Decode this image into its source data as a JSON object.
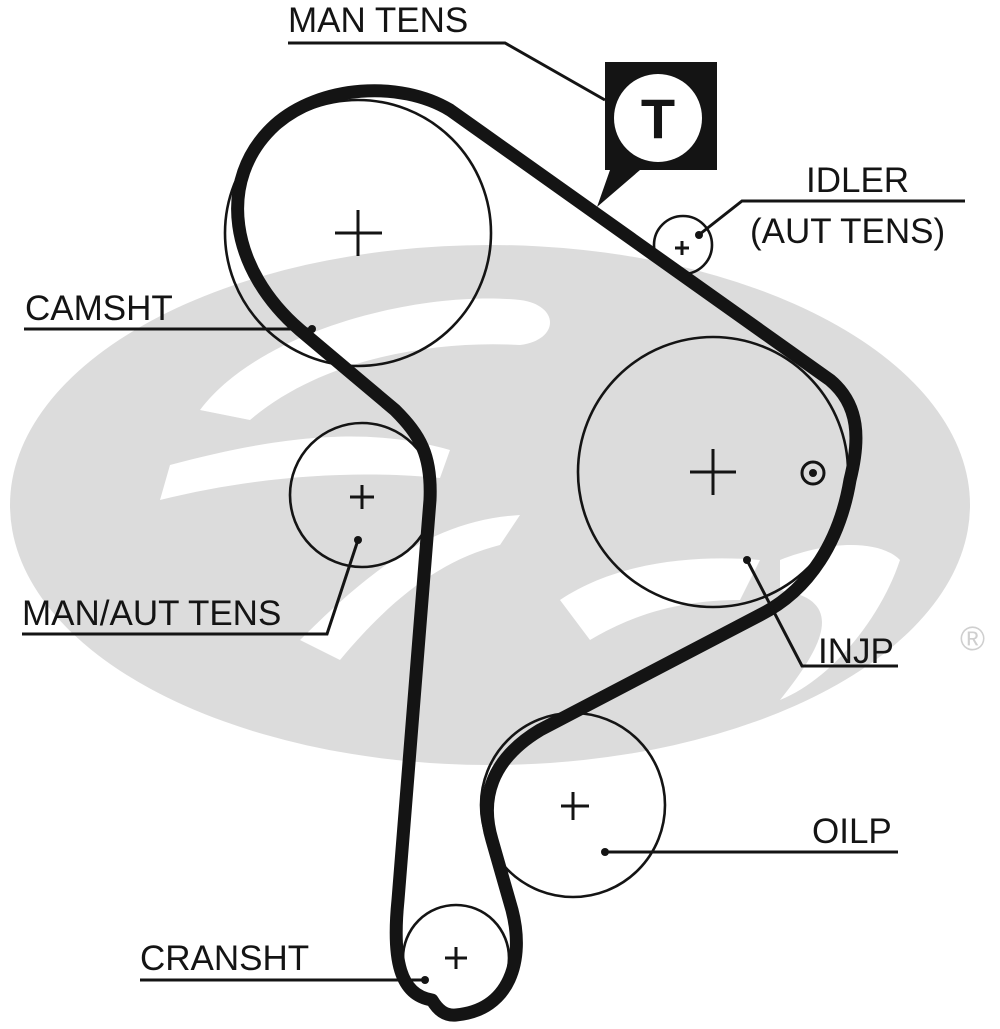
{
  "diagram": {
    "title": "Timing belt routing diagram",
    "brand_watermark": "Gates",
    "registered_mark": "®",
    "colors": {
      "line": "#141414",
      "watermark": "#dcdcdc",
      "background": "#ffffff"
    },
    "components": [
      {
        "id": "camsht",
        "label": "CAMSHT",
        "type": "pulley"
      },
      {
        "id": "man-aut-tens",
        "label": "MAN/AUT TENS",
        "type": "tensioner"
      },
      {
        "id": "idler",
        "label_line1": "IDLER",
        "label_line2": "(AUT TENS)",
        "type": "idler"
      },
      {
        "id": "injp",
        "label": "INJP",
        "type": "pulley",
        "has_timing_mark": true
      },
      {
        "id": "oilp",
        "label": "OILP",
        "type": "pulley"
      },
      {
        "id": "cransht",
        "label": "CRANSHT",
        "type": "pulley"
      }
    ],
    "man_tens": {
      "label": "MAN TENS",
      "badge_letter": "T"
    }
  }
}
